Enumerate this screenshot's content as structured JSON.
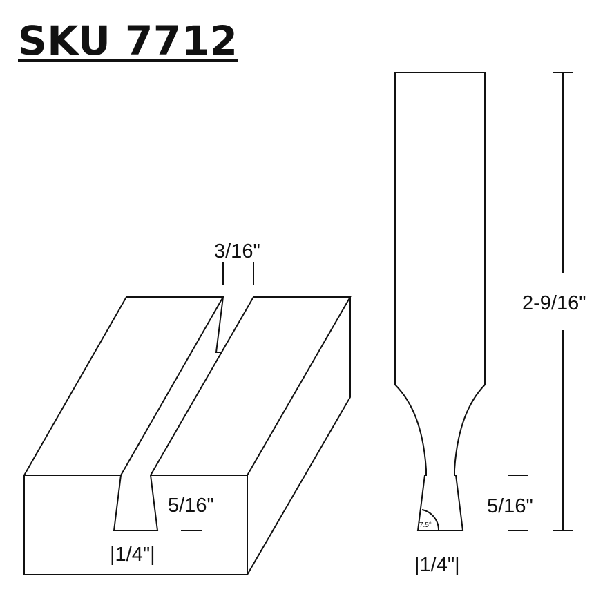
{
  "title": "SKU 7712",
  "block": {
    "slot_top_width": "3/16\"",
    "slot_depth": "5/16\"",
    "slot_bottom_width": "|1/4\"|"
  },
  "bit": {
    "overall_length": "2-9/16\"",
    "cut_height": "5/16\"",
    "cut_width": "|1/4\"|",
    "angle": "7.5°"
  }
}
